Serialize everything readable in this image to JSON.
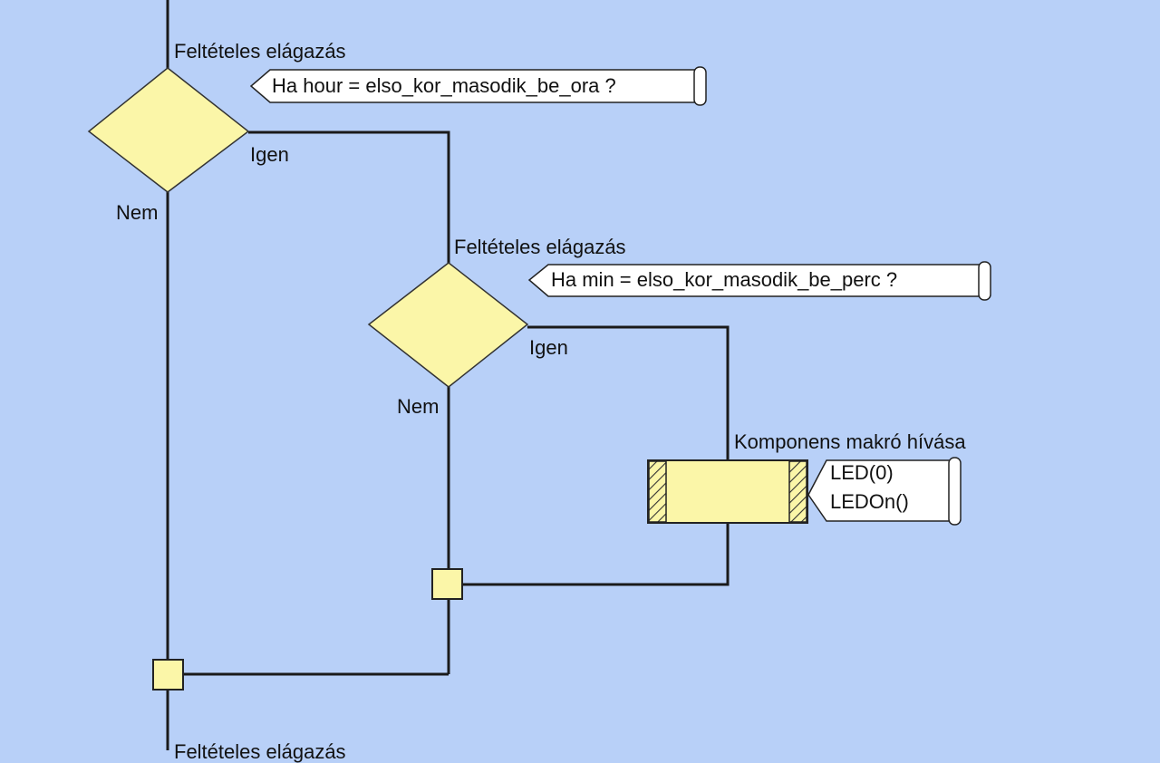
{
  "flowchart": {
    "decision1": {
      "title": "Feltételes elágazás",
      "comment": "Ha hour = elso_kor_masodik_be_ora ?",
      "yes_label": "Igen",
      "no_label": "Nem"
    },
    "decision2": {
      "title": "Feltételes elágazás",
      "comment": "Ha min = elso_kor_masodik_be_perc ?",
      "yes_label": "Igen",
      "no_label": "Nem"
    },
    "macro_call": {
      "title": "Komponens makró hívása",
      "comment_line1": "LED(0)",
      "comment_line2": "LEDOn()"
    },
    "bottom_partial_label": "Feltételes elágazás"
  },
  "colors": {
    "background": "#b8d0f8",
    "shape_fill": "#fbf6a8",
    "line": "#1a1a1a",
    "comment_fill": "#ffffff"
  }
}
